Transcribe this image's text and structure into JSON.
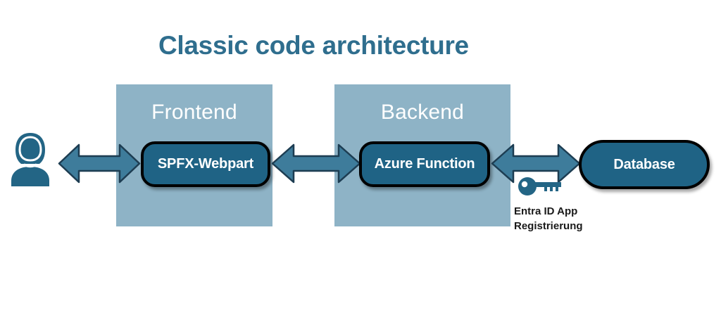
{
  "slide": {
    "title": "Classic code architecture",
    "title_color": "#2f6e8e",
    "background_color": "#ffffff"
  },
  "colors": {
    "zone_fill": "#8eb3c6",
    "node_fill": "#1f6385",
    "node_border": "#000000",
    "arrow_fill": "#3e7c9b",
    "arrow_stroke": "#1d3d52",
    "icon_fill": "#236585",
    "caption_text": "#1a1a1a"
  },
  "zones": [
    {
      "name": "frontend",
      "label": "Frontend"
    },
    {
      "name": "backend",
      "label": "Backend"
    }
  ],
  "nodes": [
    {
      "name": "spfx-webpart",
      "label": "SPFX-Webpart"
    },
    {
      "name": "azure-function",
      "label": "Azure Function"
    },
    {
      "name": "database",
      "label": "Database"
    }
  ],
  "arrows": [
    {
      "name": "user-to-frontend",
      "direction": "bidirectional"
    },
    {
      "name": "frontend-to-backend",
      "direction": "bidirectional"
    },
    {
      "name": "backend-to-database",
      "direction": "bidirectional"
    }
  ],
  "icons": {
    "user": "user-avatar-icon",
    "key": "key-icon"
  },
  "key_caption": {
    "line1": "Entra ID App",
    "line2": "Registrierung"
  }
}
